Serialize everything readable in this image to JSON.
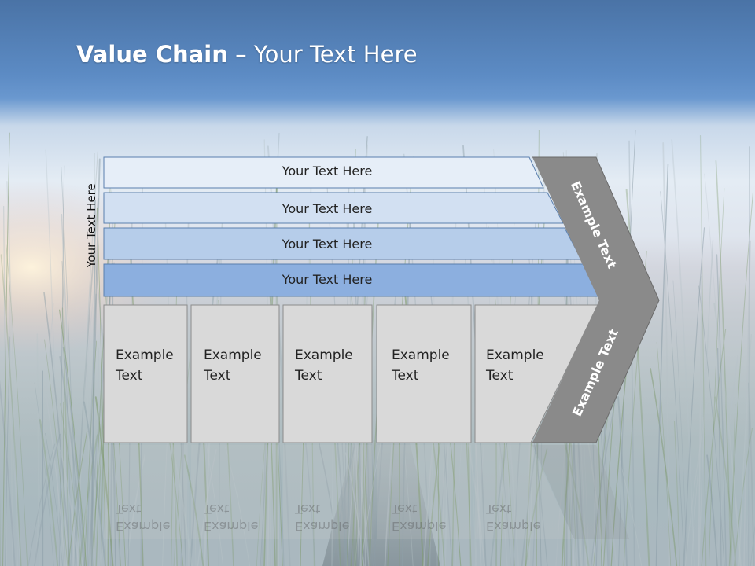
{
  "title": {
    "bold": "Value Chain",
    "rest": " – Your Text Here"
  },
  "side_label": "Your Text Here",
  "bars": [
    {
      "label": "Your Text Here",
      "color": "#e6eef8"
    },
    {
      "label": "Your Text Here",
      "color": "#d2e0f2"
    },
    {
      "label": "Your Text Here",
      "color": "#b6cdea"
    },
    {
      "label": "Your Text Here",
      "color": "#8cafdf"
    }
  ],
  "boxes": [
    {
      "line1": "Example",
      "line2": "Text"
    },
    {
      "line1": "Example",
      "line2": "Text"
    },
    {
      "line1": "Example",
      "line2": "Text"
    },
    {
      "line1": "Example",
      "line2": "Text"
    },
    {
      "line1": "Example",
      "line2": "Text"
    }
  ],
  "arrow": {
    "upper": "Example Text",
    "lower": "Example Text",
    "color": "#8a8a8a"
  },
  "box_color": "#d9d9d9"
}
